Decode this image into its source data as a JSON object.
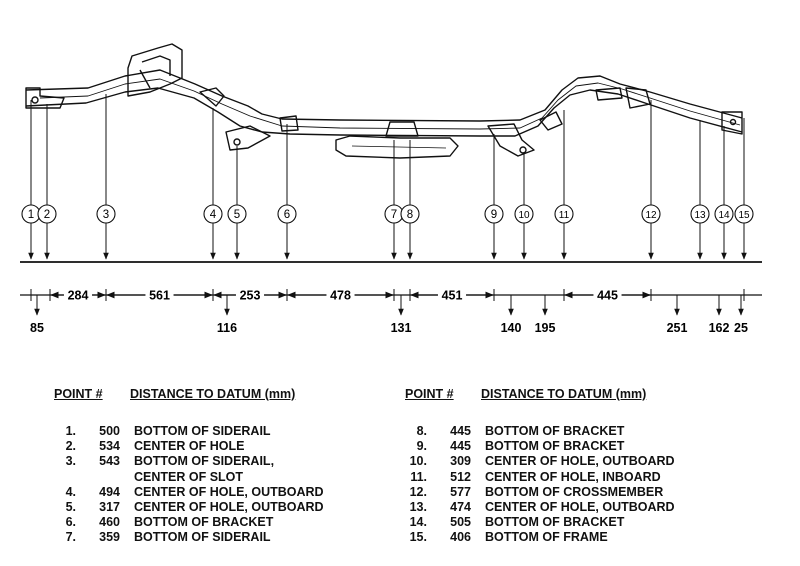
{
  "diagram": {
    "points": [
      {
        "label": "1"
      },
      {
        "label": "2"
      },
      {
        "label": "3"
      },
      {
        "label": "4"
      },
      {
        "label": "5"
      },
      {
        "label": "6"
      },
      {
        "label": "7"
      },
      {
        "label": "8"
      },
      {
        "label": "9"
      },
      {
        "label": "10"
      },
      {
        "label": "11"
      },
      {
        "label": "12"
      },
      {
        "label": "13"
      },
      {
        "label": "14"
      },
      {
        "label": "15"
      }
    ],
    "spans": [
      "284",
      "561",
      "253",
      "478",
      "451",
      "445"
    ],
    "offsets": [
      "85",
      "116",
      "131",
      "140",
      "195",
      "251",
      "162",
      "25"
    ]
  },
  "table": {
    "col_point": "POINT #",
    "col_distance": "DISTANCE TO DATUM (mm)",
    "rows": [
      {
        "num": "1.",
        "value": "500",
        "desc": "BOTTOM OF SIDERAIL"
      },
      {
        "num": "2.",
        "value": "534",
        "desc": "CENTER OF HOLE"
      },
      {
        "num": "3.",
        "value": "543",
        "desc": "BOTTOM OF SIDERAIL,"
      },
      {
        "num": "",
        "value": "",
        "desc": "CENTER OF SLOT"
      },
      {
        "num": "4.",
        "value": "494",
        "desc": "CENTER OF HOLE, OUTBOARD"
      },
      {
        "num": "5.",
        "value": "317",
        "desc": "CENTER OF HOLE, OUTBOARD"
      },
      {
        "num": "6.",
        "value": "460",
        "desc": "BOTTOM OF BRACKET"
      },
      {
        "num": "7.",
        "value": "359",
        "desc": "BOTTOM OF SIDERAIL"
      },
      {
        "num": "8.",
        "value": "445",
        "desc": "BOTTOM OF BRACKET"
      },
      {
        "num": "9.",
        "value": "445",
        "desc": "BOTTOM OF BRACKET"
      },
      {
        "num": "10.",
        "value": "309",
        "desc": "CENTER OF HOLE, OUTBOARD"
      },
      {
        "num": "11.",
        "value": "512",
        "desc": "CENTER OF HOLE, INBOARD"
      },
      {
        "num": "12.",
        "value": "577",
        "desc": "BOTTOM OF CROSSMEMBER"
      },
      {
        "num": "13.",
        "value": "474",
        "desc": "CENTER OF HOLE, OUTBOARD"
      },
      {
        "num": "14.",
        "value": "505",
        "desc": "BOTTOM OF BRACKET"
      },
      {
        "num": "15.",
        "value": "406",
        "desc": "BOTTOM OF FRAME"
      }
    ]
  }
}
